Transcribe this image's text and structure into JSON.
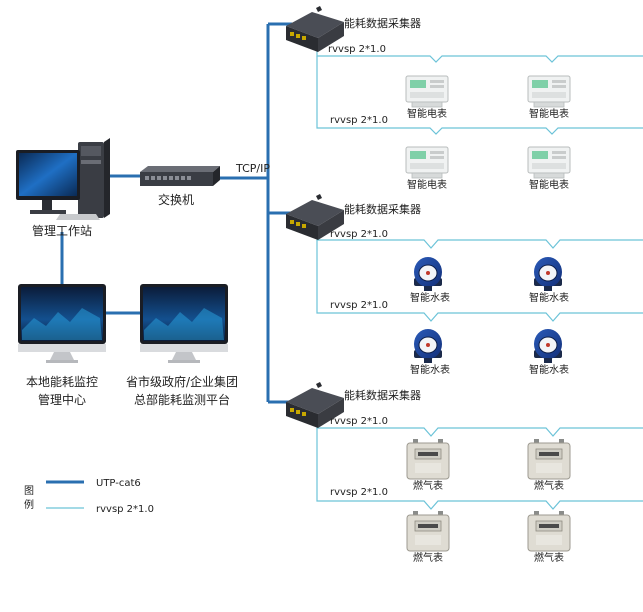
{
  "labels": {
    "workstation": "管理工作站",
    "switch": "交换机",
    "tcpip": "TCP/IP",
    "local_center_line1": "本地能耗监控",
    "local_center_line2": "管理中心",
    "gov_platform_line1": "省市级政府/企业集团",
    "gov_platform_line2": "总部能耗监测平台",
    "collector": "能耗数据采集器",
    "cable": "rvvsp 2*1.0",
    "electric_meter": "智能电表",
    "water_meter": "智能水表",
    "gas_meter": "燃气表"
  },
  "legend": {
    "title_line1": "图",
    "title_line2": "例",
    "items": [
      {
        "label": "UTP-cat6"
      },
      {
        "label": "rvvsp 2*1.0"
      }
    ]
  },
  "colors": {
    "utp_line": "#2a6fb0",
    "rvvsp_line": "#6cc3d8",
    "monitor_bezel": "#1a1d24",
    "screen_blue": "#1f6fc4"
  }
}
